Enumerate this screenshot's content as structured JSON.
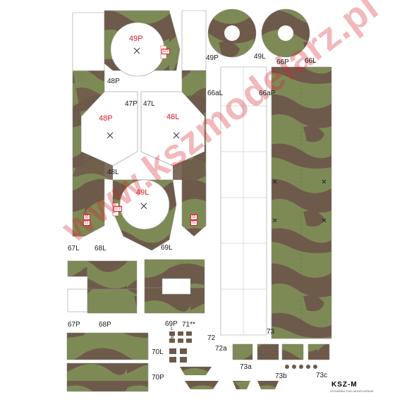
{
  "colors": {
    "green": "#7e8a56",
    "brown": "#6e5a4a",
    "paper": "#ffffff",
    "accent": "#d8222a"
  },
  "labels": {
    "p49P_red": "49P",
    "p48P_red": "48P",
    "p48L_red": "48L",
    "p49L_red": "49L",
    "p48P": "48P",
    "p47P": "47P",
    "p47L": "47L",
    "p48L": "48L",
    "p49P": "49P",
    "p49L": "49L",
    "p66P": "66P",
    "p66L": "66L",
    "p66aL": "66aL",
    "p66aP": "66aP",
    "p67L": "67L",
    "p68L": "68L",
    "p69L": "69L",
    "p67P": "67P",
    "p68P": "68P",
    "p69P": "69P",
    "p71": "71**",
    "p72": "72",
    "p72a": "72a",
    "p70L": "70L",
    "p70P": "70P",
    "p73": "73",
    "p73a": "73a",
    "p73b": "73b",
    "p73c": "73c",
    "mini_L": "L",
    "mini_P": "P",
    "tag_172a": "172",
    "tag_172b": "172",
    "tag_50a": "50",
    "tag_51a": "51",
    "tag_50b": "50",
    "tag_51b": "51"
  },
  "watermark": "www.kszmodelarz.pl",
  "logo": {
    "text": "KSZ-M",
    "subtitle": "WYDAWNICTWO MODELARSKIE"
  }
}
